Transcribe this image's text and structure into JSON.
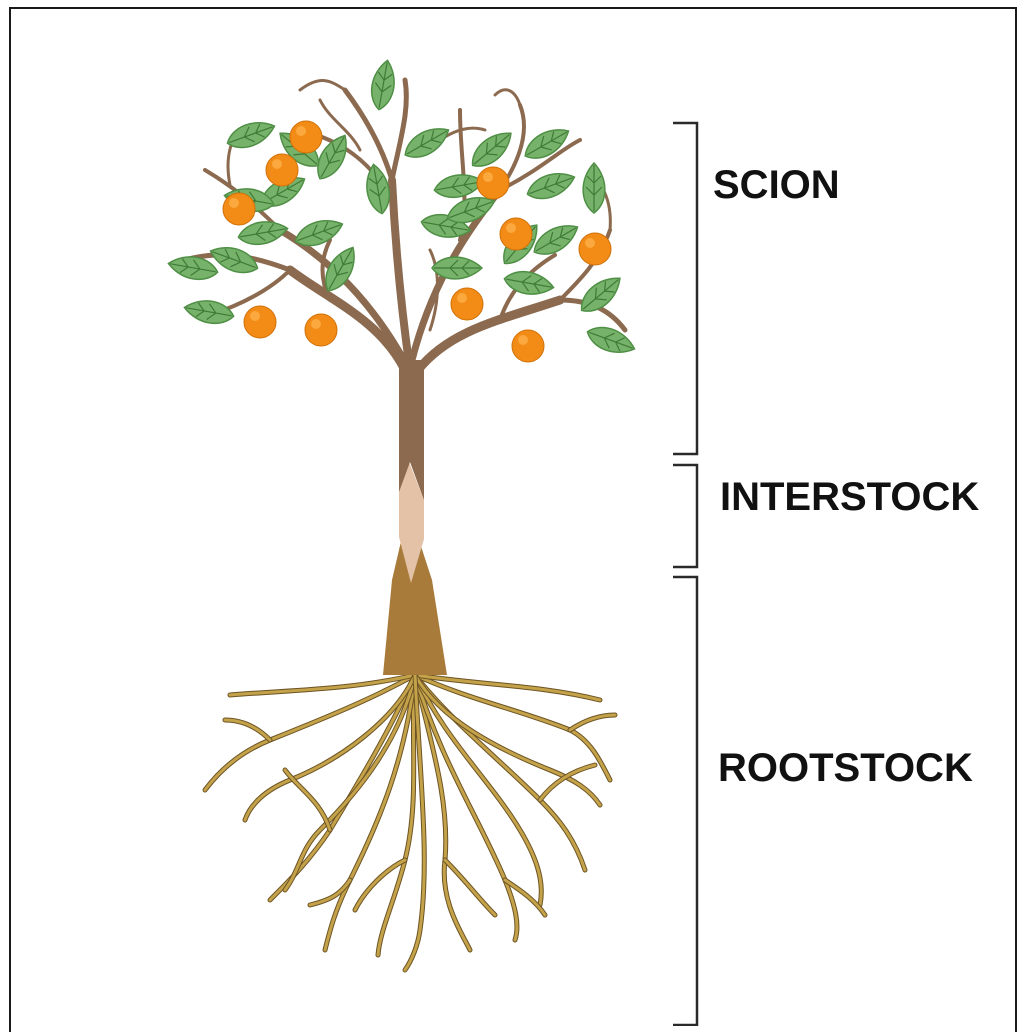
{
  "labels": {
    "scion": "SCION",
    "interstock": "INTERSTOCK",
    "rootstock": "ROOTSTOCK"
  },
  "colors": {
    "leaf": "#77b26a",
    "leaf_dark": "#4f8f45",
    "vein": "#3f7a37",
    "fruit": "#f28c16",
    "fruit_highlight": "#ffb450",
    "scion_wood": "#8b6a4f",
    "interstock_wood": "#e3c2a8",
    "rootstock_wood": "#a97b3a",
    "root": "#c3a24a",
    "root_outline": "#6d5424"
  },
  "icons": {
    "tree": "grafted-tree-icon",
    "leaf": "leaf-icon",
    "fruit": "orange-fruit-icon",
    "roots": "roots-icon"
  }
}
